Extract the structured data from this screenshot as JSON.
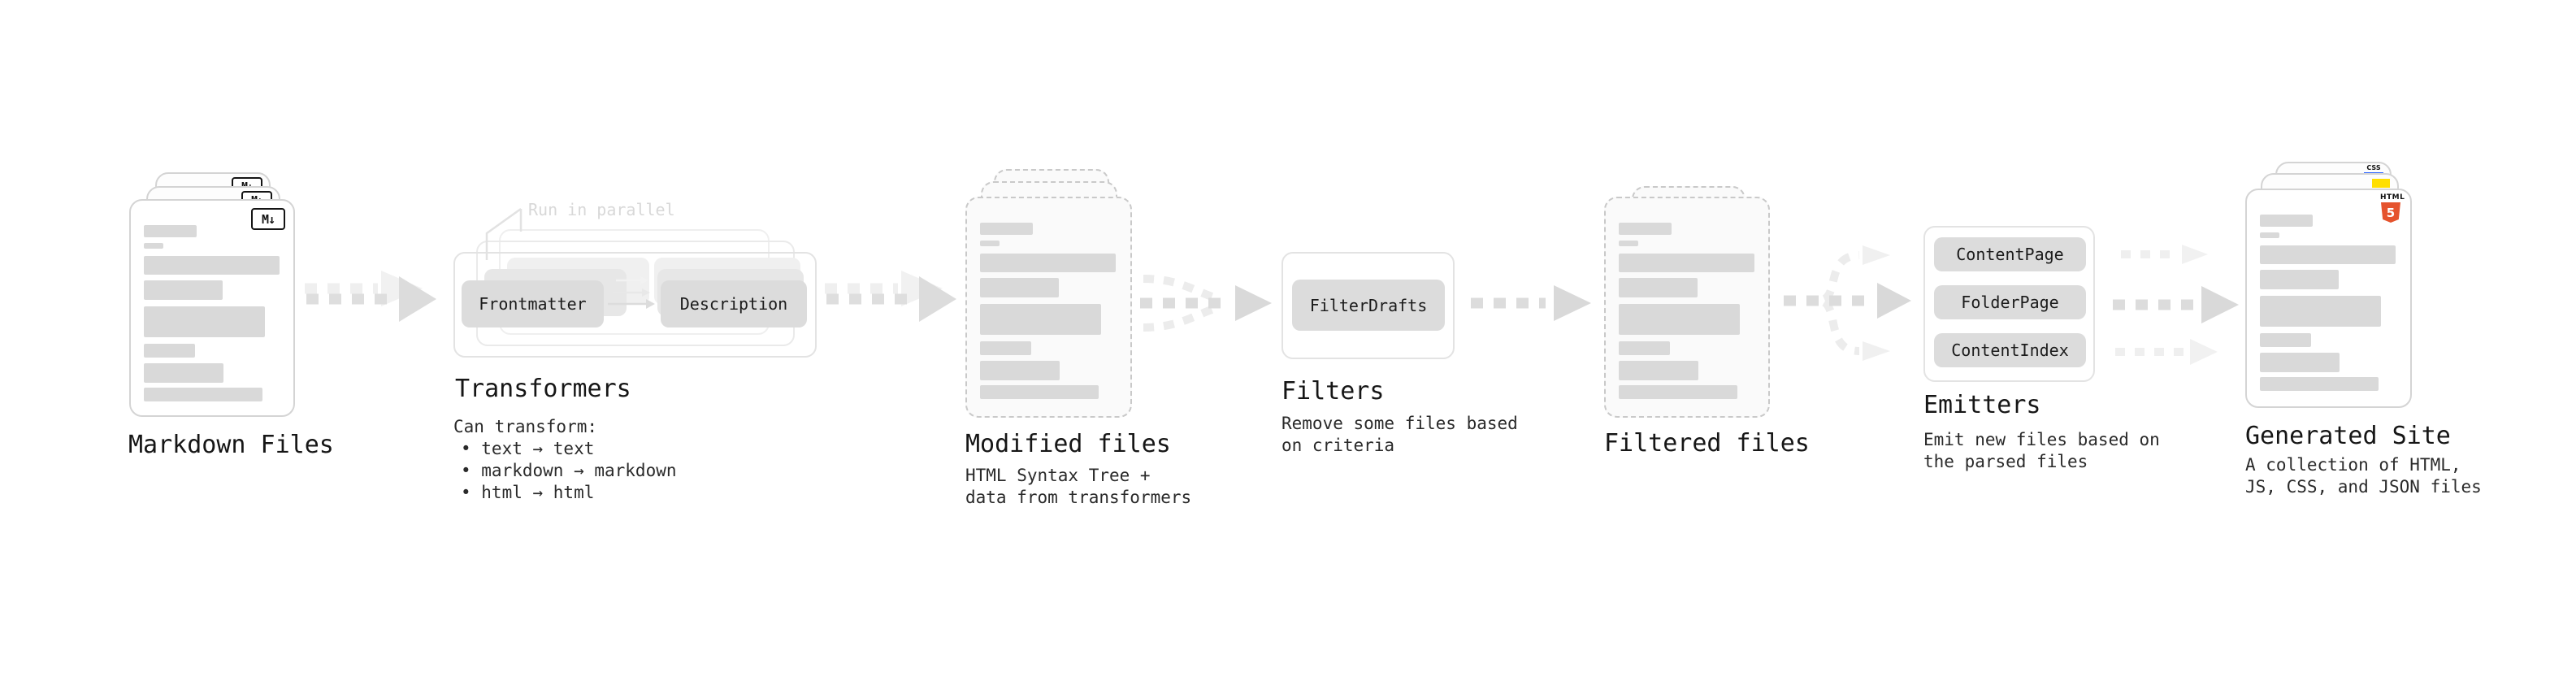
{
  "markdown_files": {
    "label": "Markdown Files",
    "icon": "M↓"
  },
  "transformers": {
    "heading": "Transformers",
    "run_in_parallel": "Run in parallel",
    "frontmatter_label": "Frontmatter",
    "description_label": "Description",
    "desc_title": "Can transform:",
    "bullets": [
      "• text → text",
      "• markdown → markdown",
      "• html → html"
    ]
  },
  "modified_files": {
    "heading": "Modified files",
    "desc": "HTML Syntax Tree +\ndata from transformers"
  },
  "filters": {
    "heading": "Filters",
    "box_label": "FilterDrafts",
    "desc": "Remove some files based\non criteria"
  },
  "filtered_files": {
    "heading": "Filtered files"
  },
  "emitters": {
    "heading": "Emitters",
    "boxes": [
      "ContentPage",
      "FolderPage",
      "ContentIndex"
    ],
    "desc": "Emit new files based on\nthe parsed files"
  },
  "generated_site": {
    "heading": "Generated Site",
    "desc": "A collection of HTML,\nJS, CSS, and JSON files",
    "html5_word": "HTML",
    "html5_number": "5",
    "css_word": "CSS"
  },
  "colors": {
    "html5_orange": "#e5532d",
    "js_yellow": "#ffdf00",
    "css_blue": "#2962ff",
    "doc_bar_gray": "#d9d9d9",
    "arrow_gray": "#dcdcdc",
    "arrow_light_gray": "#efefef"
  }
}
